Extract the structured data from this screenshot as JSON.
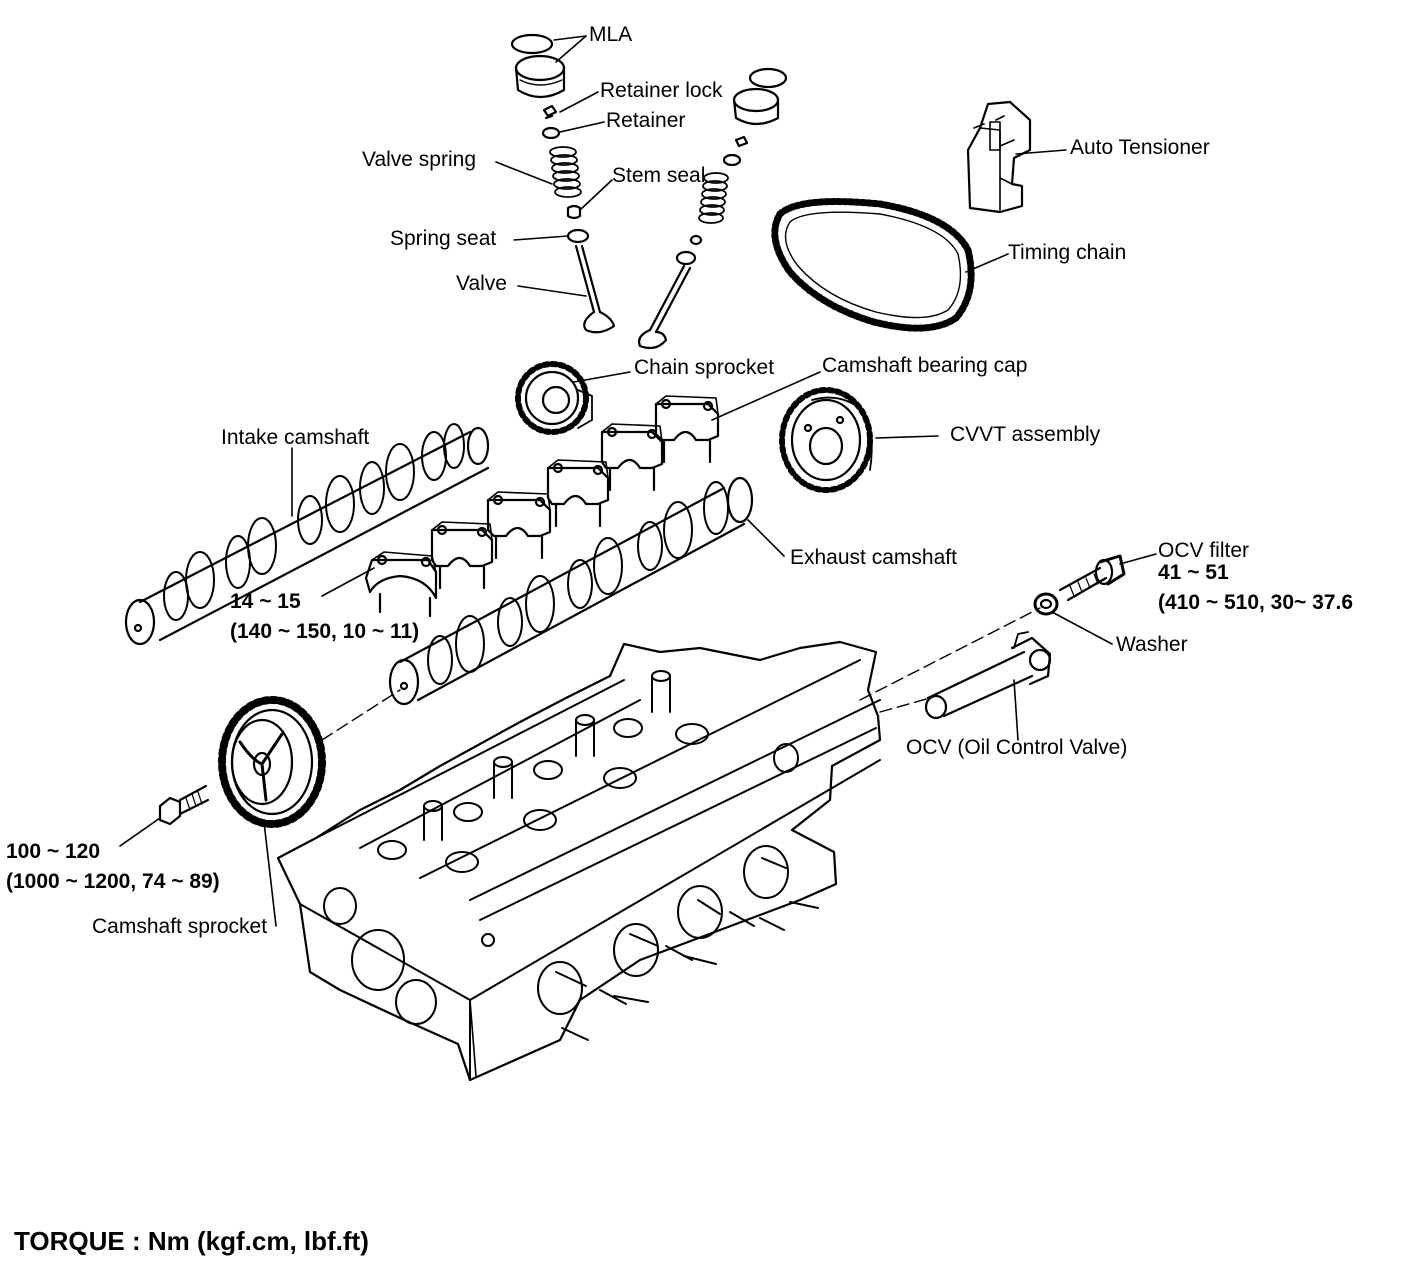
{
  "labels": {
    "mla": "MLA",
    "retainer_lock": "Retainer lock",
    "retainer": "Retainer",
    "auto_tensioner": "Auto Tensioner",
    "valve_spring": "Valve spring",
    "stem_seal": "Stem seal",
    "spring_seat": "Spring seat",
    "timing_chain": "Timing chain",
    "valve": "Valve",
    "chain_sprocket": "Chain sprocket",
    "camshaft_bearing_cap": "Camshaft bearing cap",
    "intake_camshaft": "Intake camshaft",
    "cvvt_assembly": "CVVT assembly",
    "exhaust_camshaft": "Exhaust camshaft",
    "ocv_filter": "OCV filter",
    "washer": "Washer",
    "ocv": "OCV (Oil Control Valve)",
    "camshaft_sprocket": "Camshaft sprocket"
  },
  "torques": {
    "bearing_cap_nm": "14 ~ 15",
    "bearing_cap_alt": "(140 ~ 150, 10 ~ 11)",
    "ocv_filter_nm": "41 ~ 51",
    "ocv_filter_alt": "(410 ~ 510, 30~ 37.6",
    "sprocket_nm": "100 ~ 120",
    "sprocket_alt": "(1000 ~ 1200, 74 ~ 89)"
  },
  "footer": {
    "torque_unit": "TORQUE : Nm (kgf.cm, lbf.ft)"
  },
  "style": {
    "ink": "#000000",
    "paper": "#ffffff"
  }
}
